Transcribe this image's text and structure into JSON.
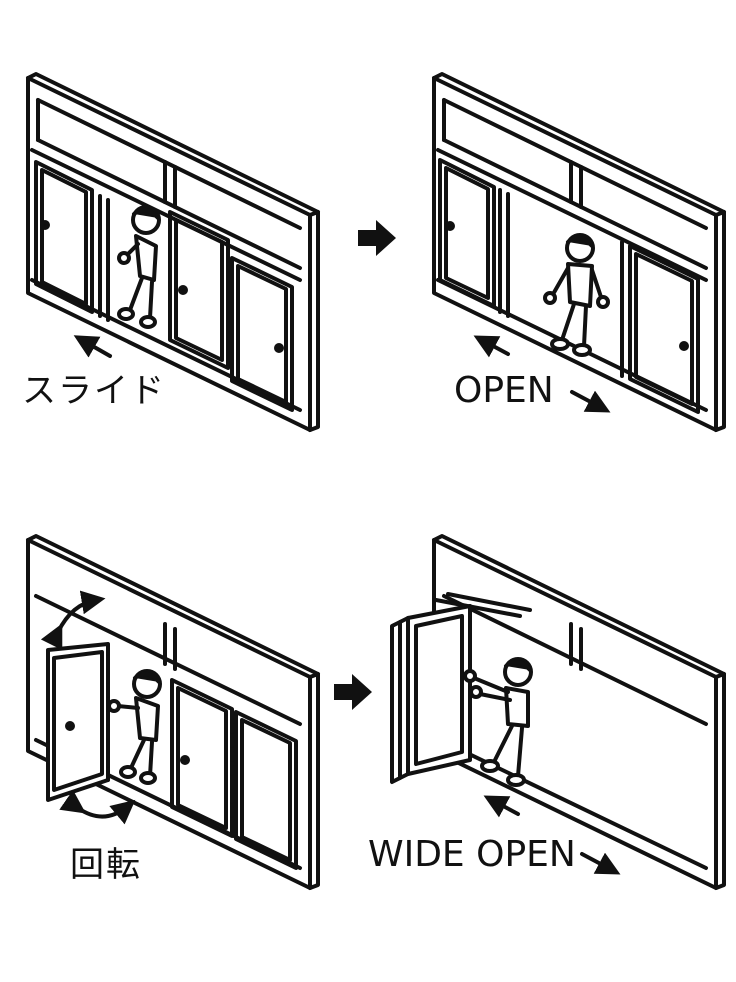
{
  "panels": [
    {
      "id": "slide",
      "label": "スライド"
    },
    {
      "id": "open",
      "label": "OPEN"
    },
    {
      "id": "rotate",
      "label": "回転"
    },
    {
      "id": "wide-open",
      "label": "WIDE OPEN"
    }
  ],
  "icons": {
    "step_arrow": "right-arrow-icon",
    "motion_arrow": "direction-arrow-icon",
    "rotate_arrow": "curved-double-arrow-icon"
  },
  "colors": {
    "line": "#111111",
    "background": "#ffffff"
  }
}
